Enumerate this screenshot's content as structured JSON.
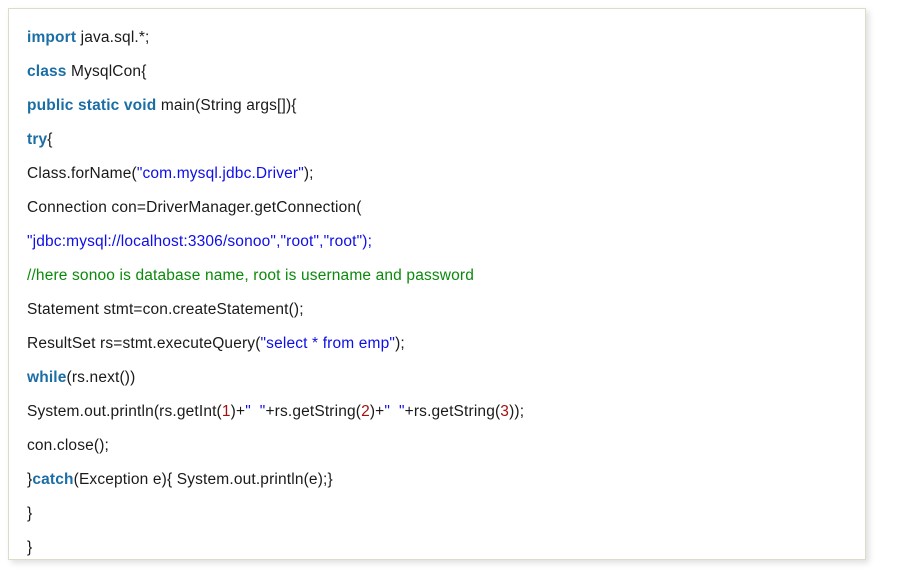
{
  "code_block": {
    "language": "java",
    "colors": {
      "keyword": "#1b6ea5",
      "string": "#0e0ee8",
      "comment": "#0a8a0a",
      "number": "#a31010",
      "plain": "#1a1a1a",
      "background": "#ffffff",
      "border": "#dedbcb"
    },
    "lines": [
      {
        "index": 0,
        "text": "import java.sql.*;",
        "tokens": [
          {
            "t": "import",
            "k": "kw"
          },
          {
            "t": " java.sql.*;",
            "k": "plain"
          }
        ]
      },
      {
        "index": 1,
        "text": "class MysqlCon{",
        "tokens": [
          {
            "t": "class",
            "k": "kw"
          },
          {
            "t": " MysqlCon{",
            "k": "plain"
          }
        ]
      },
      {
        "index": 2,
        "text": "public static void main(String args[]){",
        "tokens": [
          {
            "t": "public static void",
            "k": "kw"
          },
          {
            "t": " main(String args[]){",
            "k": "plain"
          }
        ]
      },
      {
        "index": 3,
        "text": "try{",
        "tokens": [
          {
            "t": "try",
            "k": "kw"
          },
          {
            "t": "{",
            "k": "plain"
          }
        ]
      },
      {
        "index": 4,
        "text": "Class.forName(\"com.mysql.jdbc.Driver\");",
        "tokens": [
          {
            "t": "Class.forName(",
            "k": "plain"
          },
          {
            "t": "\"com.mysql.jdbc.Driver\"",
            "k": "str"
          },
          {
            "t": ");",
            "k": "plain"
          }
        ]
      },
      {
        "index": 5,
        "text": "Connection con=DriverManager.getConnection(",
        "tokens": [
          {
            "t": "Connection con=DriverManager.getConnection(",
            "k": "plain"
          }
        ]
      },
      {
        "index": 6,
        "text": "\"jdbc:mysql://localhost:3306/sonoo\",\"root\",\"root\");",
        "tokens": [
          {
            "t": "\"jdbc:mysql://localhost:3306/sonoo\",\"root\",\"root\");",
            "k": "str"
          }
        ]
      },
      {
        "index": 7,
        "text": "//here sonoo is database name, root is username and password",
        "tokens": [
          {
            "t": "//here sonoo is database name, root is username and password",
            "k": "cmt"
          }
        ]
      },
      {
        "index": 8,
        "text": "Statement stmt=con.createStatement();",
        "tokens": [
          {
            "t": "Statement stmt=con.createStatement();",
            "k": "plain"
          }
        ]
      },
      {
        "index": 9,
        "text": "ResultSet rs=stmt.executeQuery(\"select * from emp\");",
        "tokens": [
          {
            "t": "ResultSet rs=stmt.executeQuery(",
            "k": "plain"
          },
          {
            "t": "\"select * from emp\"",
            "k": "str"
          },
          {
            "t": ");",
            "k": "plain"
          }
        ]
      },
      {
        "index": 10,
        "text": "while(rs.next())",
        "tokens": [
          {
            "t": "while",
            "k": "kw"
          },
          {
            "t": "(rs.next())",
            "k": "plain"
          }
        ]
      },
      {
        "index": 11,
        "text": "System.out.println(rs.getInt(1)+\"  \"+rs.getString(2)+\"  \"+rs.getString(3));",
        "tokens": [
          {
            "t": "System.out.println(rs.getInt(",
            "k": "plain"
          },
          {
            "t": "1",
            "k": "num"
          },
          {
            "t": ")+",
            "k": "plain"
          },
          {
            "t": "\"  \"",
            "k": "str"
          },
          {
            "t": "+rs.getString(",
            "k": "plain"
          },
          {
            "t": "2",
            "k": "num"
          },
          {
            "t": ")+",
            "k": "plain"
          },
          {
            "t": "\"  \"",
            "k": "str"
          },
          {
            "t": "+rs.getString(",
            "k": "plain"
          },
          {
            "t": "3",
            "k": "num"
          },
          {
            "t": "));",
            "k": "plain"
          }
        ]
      },
      {
        "index": 12,
        "text": "con.close();",
        "tokens": [
          {
            "t": "con.close();",
            "k": "plain"
          }
        ]
      },
      {
        "index": 13,
        "text": "}catch(Exception e){ System.out.println(e);}",
        "tokens": [
          {
            "t": "}",
            "k": "plain"
          },
          {
            "t": "catch",
            "k": "kw"
          },
          {
            "t": "(Exception e){ System.out.println(e);}",
            "k": "plain"
          }
        ]
      },
      {
        "index": 14,
        "text": "}",
        "tokens": [
          {
            "t": "}",
            "k": "plain"
          }
        ]
      },
      {
        "index": 15,
        "text": "}",
        "tokens": [
          {
            "t": "}",
            "k": "plain"
          }
        ]
      }
    ]
  }
}
